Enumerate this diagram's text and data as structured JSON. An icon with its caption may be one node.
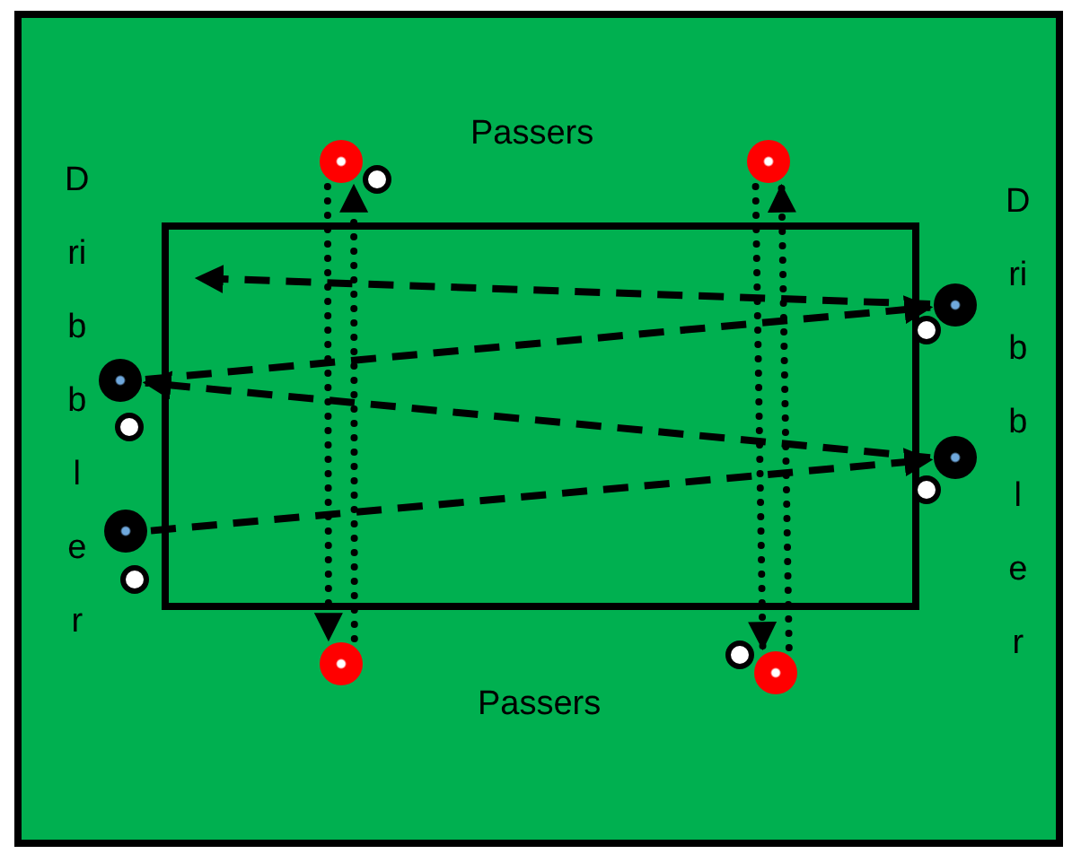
{
  "diagram": {
    "nodes": [
      {
        "text": [],
        "shape": "circle"
      },
      {
        "text": [],
        "shape": "circle"
      },
      {
        "text": [],
        "shape": "circle"
      },
      {
        "text": [],
        "shape": "circle"
      },
      {
        "text": [],
        "shape": "circle"
      },
      {
        "text": [],
        "shape": "circle"
      },
      {
        "text": [],
        "shape": "circle"
      },
      {
        "text": [],
        "shape": "circle"
      }
    ],
    "edges": [
      {
        "from": 4,
        "to": null,
        "arrow": "to",
        "style": "dashed"
      },
      {
        "from": 2,
        "to": 4,
        "arrow": "to",
        "style": "dashed"
      },
      {
        "from": 5,
        "to": 2,
        "arrow": "to",
        "style": "dashed"
      },
      {
        "from": 3,
        "to": 5,
        "arrow": "to",
        "style": "dashed"
      },
      {
        "from": 0,
        "to": 6,
        "arrow": "to"
      },
      {
        "from": 6,
        "to": 0,
        "arrow": "to"
      },
      {
        "from": 1,
        "to": 7,
        "arrow": "to"
      },
      {
        "from": 7,
        "to": 1,
        "arrow": "to"
      }
    ],
    "labels": [
      "Passers",
      "Dribbler",
      "Dribbler",
      "Passers"
    ]
  }
}
